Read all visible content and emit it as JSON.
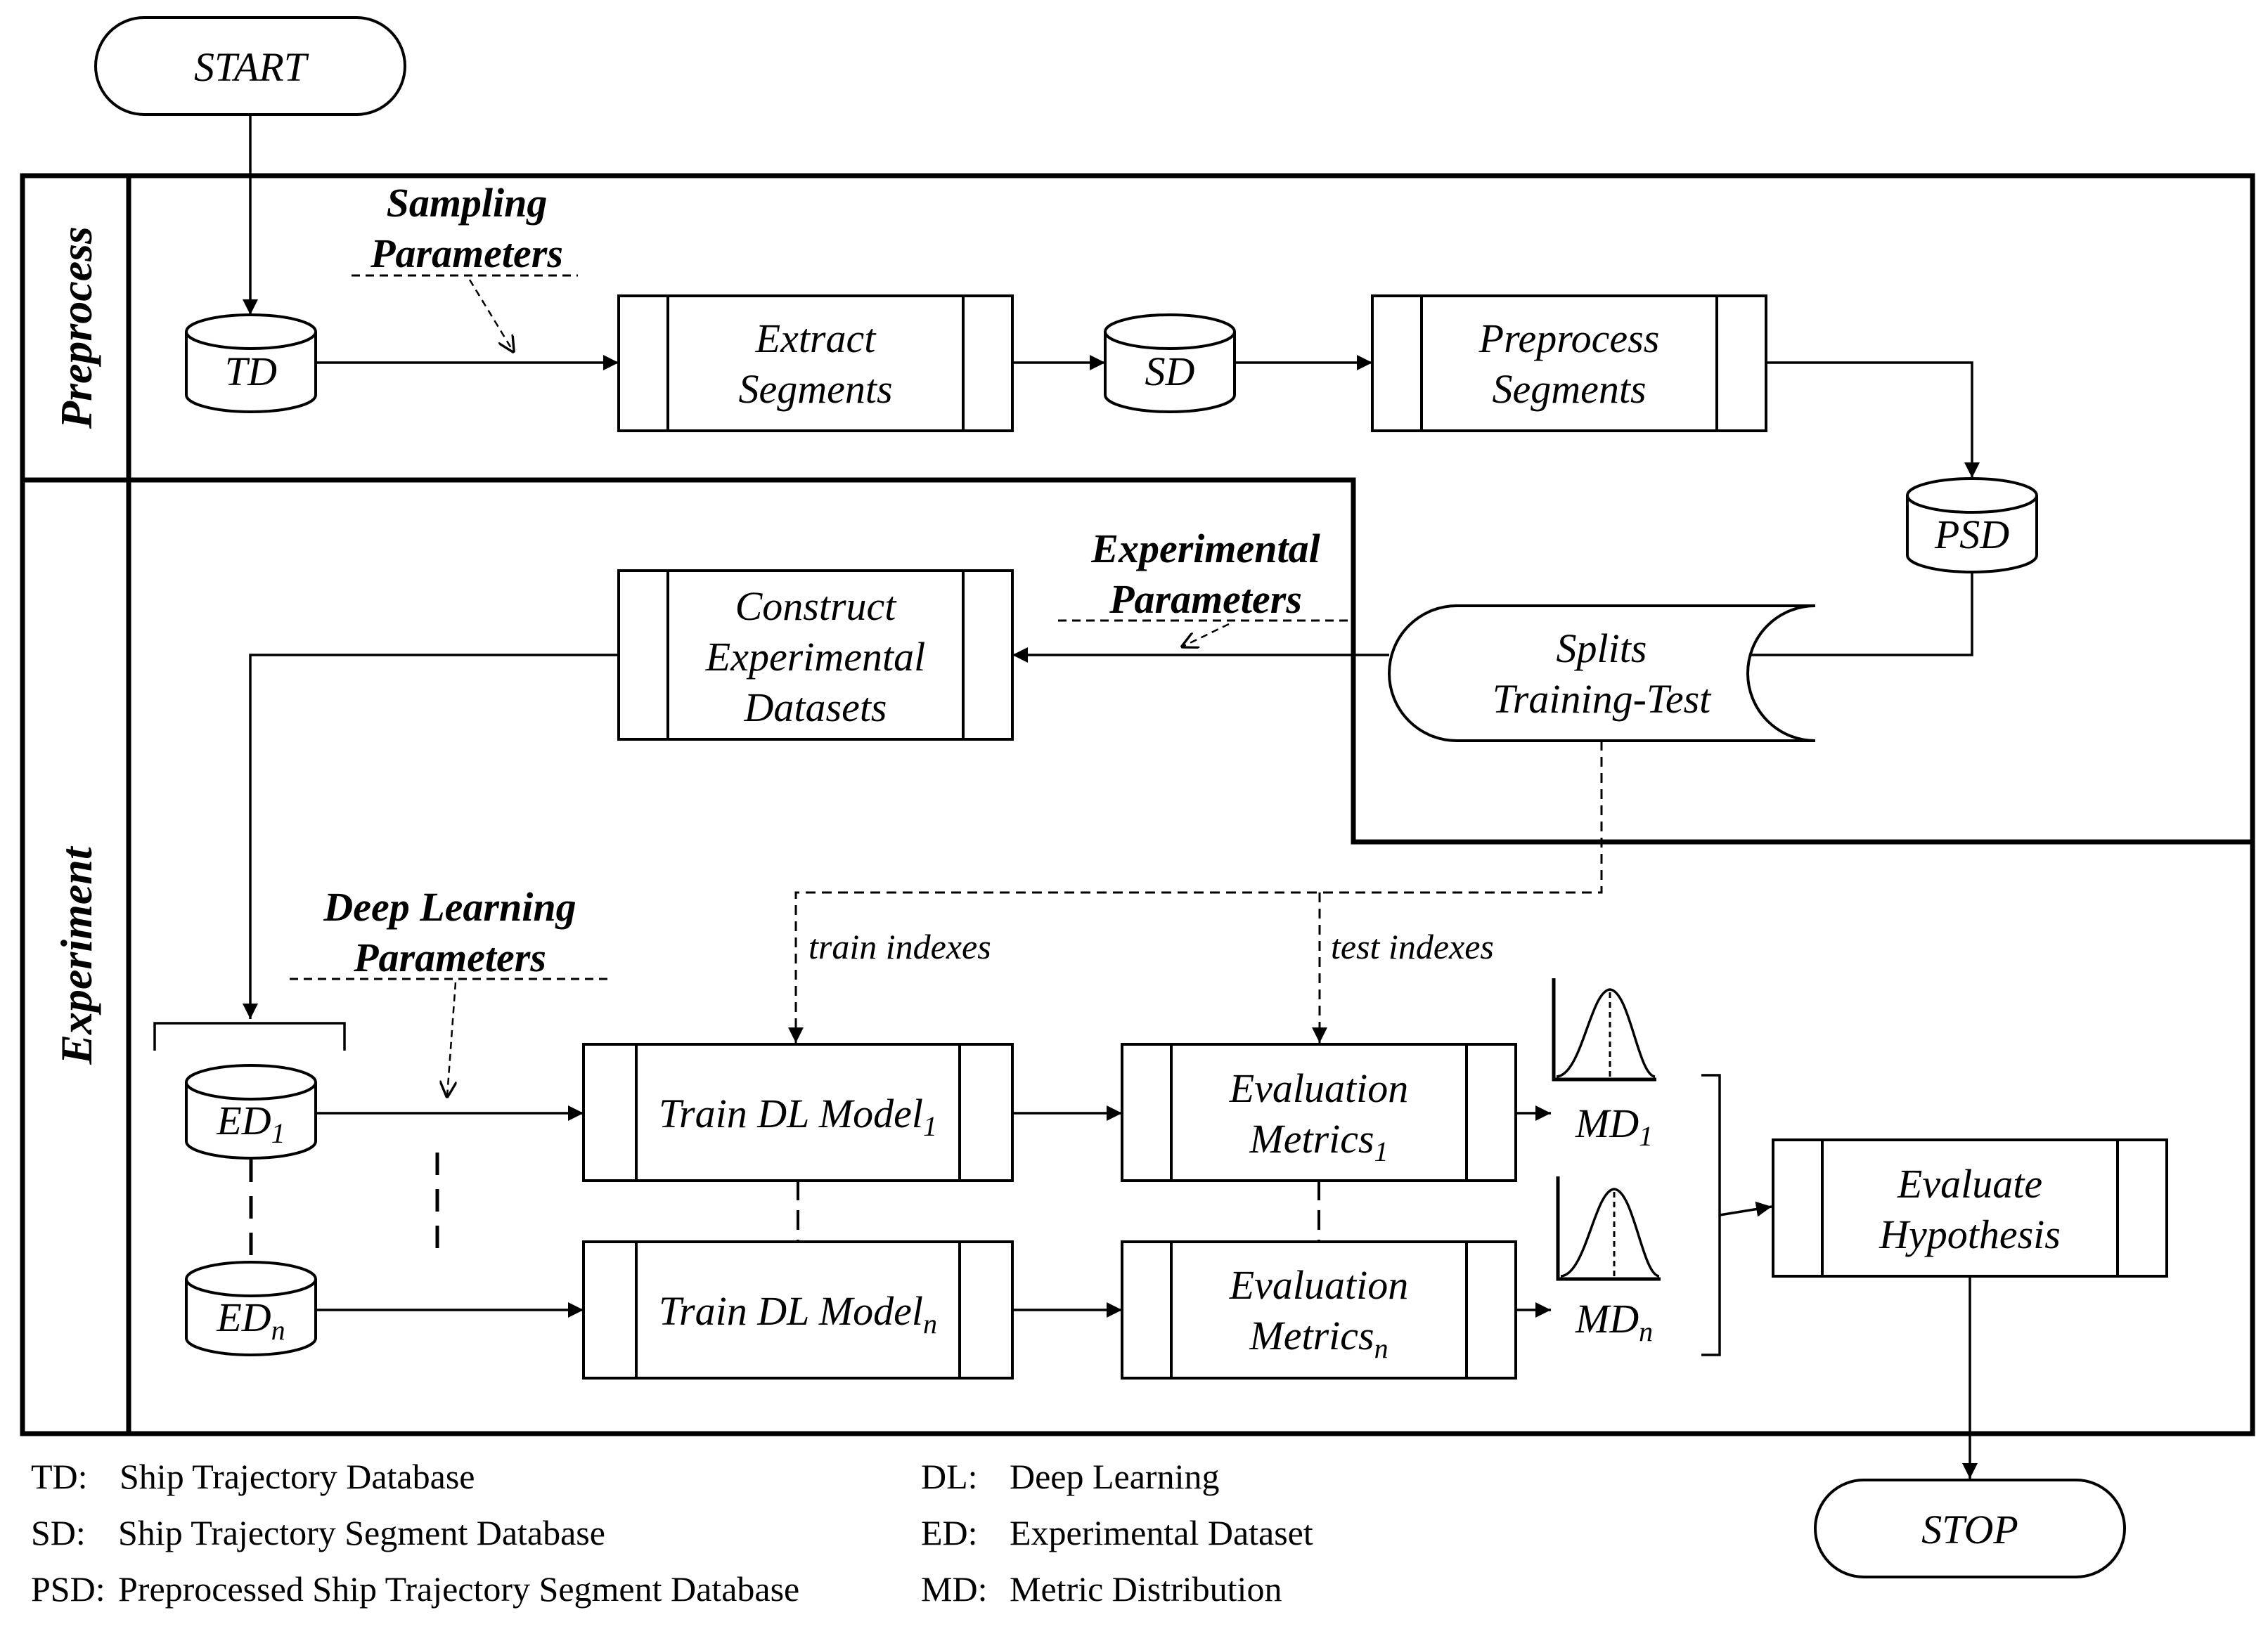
{
  "terminals": {
    "start": "START",
    "stop": "STOP"
  },
  "lanes": {
    "preprocess": "Preprocess",
    "experiment": "Experiment"
  },
  "parameters": {
    "sampling": [
      "Sampling",
      "Parameters"
    ],
    "experimental": [
      "Experimental",
      "Parameters"
    ],
    "deep_learning": [
      "Deep Learning",
      "Parameters"
    ]
  },
  "databases": {
    "td": "TD",
    "sd": "SD",
    "psd": "PSD",
    "ed1": {
      "base": "ED",
      "sub": "1"
    },
    "edn": {
      "base": "ED",
      "sub": "n"
    }
  },
  "processes": {
    "extract": [
      "Extract",
      "Segments"
    ],
    "preprocess": [
      "Preprocess",
      "Segments"
    ],
    "construct": [
      "Construct",
      "Experimental",
      "Datasets"
    ],
    "train1": {
      "base": "Train DL Model",
      "sub": "1"
    },
    "trainn": {
      "base": "Train DL Model",
      "sub": "n"
    },
    "eval1": {
      "line1": "Evaluation",
      "base": "Metrics",
      "sub": "1"
    },
    "evaln": {
      "line1": "Evaluation",
      "base": "Metrics",
      "sub": "n"
    },
    "hypothesis": [
      "Evaluate",
      "Hypothesis"
    ]
  },
  "splits": [
    "Splits",
    "Training-Test"
  ],
  "flow_labels": {
    "train_indexes": "train indexes",
    "test_indexes": "test indexes"
  },
  "metric_distributions": {
    "md1": {
      "base": "MD",
      "sub": "1"
    },
    "mdn": {
      "base": "MD",
      "sub": "n"
    }
  },
  "legend": {
    "left": [
      {
        "abbr": "TD:",
        "text": "Ship Trajectory Database"
      },
      {
        "abbr": "SD:",
        "text": "Ship Trajectory Segment Database"
      },
      {
        "abbr": "PSD:",
        "text": "Preprocessed Ship Trajectory Segment Database"
      }
    ],
    "right": [
      {
        "abbr": "DL:",
        "text": "Deep Learning"
      },
      {
        "abbr": "ED:",
        "text": "Experimental Dataset"
      },
      {
        "abbr": "MD:",
        "text": "Metric Distribution"
      }
    ]
  }
}
